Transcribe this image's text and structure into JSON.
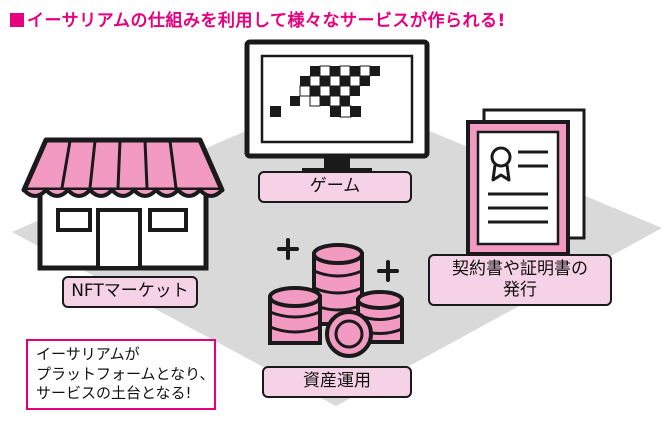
{
  "title": "イーサリアムの仕組みを利用して様々なサービスが作られる!",
  "labels": {
    "game": "ゲーム",
    "nft_market": "NFTマーケット",
    "certificate_line1": "契約書や証明書の",
    "certificate_line2": "発行",
    "asset_management": "資産運用"
  },
  "note": {
    "line1": "イーサリアムが",
    "line2": "プラットフォームとなり、",
    "line3": "サービスの土台となる!"
  },
  "icons": {
    "platform": "gray-diamond-platform",
    "game": "monitor-icon",
    "nft_market": "shop-icon",
    "certificate": "certificate-icon",
    "asset": "coin-stack-icon"
  },
  "colors": {
    "accent": "#e4007f",
    "pink": "#f29ac2",
    "label_fill": "#f6d2e6",
    "platform_gray": "#d8d8d8"
  }
}
